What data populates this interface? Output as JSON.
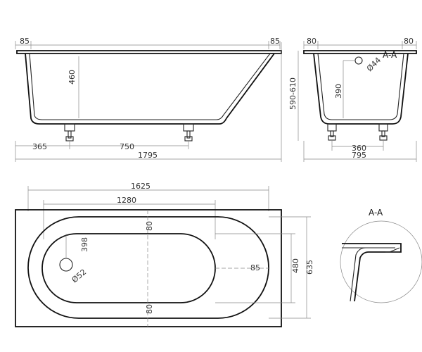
{
  "side_view": {
    "dim_left_rim": "85",
    "dim_right_rim": "85",
    "dim_depth": "460",
    "dim_left_leg": "365",
    "dim_leg_spacing": "750",
    "dim_total_length": "1795"
  },
  "end_view": {
    "dim_left_rim": "80",
    "dim_right_rim": "80",
    "section_label": "A-A",
    "drain_diameter": "Ø44",
    "dim_overflow_height": "390",
    "dim_total_height": "590-610",
    "dim_leg_spacing": "360",
    "dim_total_width": "795"
  },
  "top_view": {
    "dim_inner_length": "1625",
    "dim_bottom_length": "1280",
    "dim_rim_top": "80",
    "dim_rim_bottom": "80",
    "dim_rim_right": "85",
    "dim_drain_offset": "398",
    "drain_diameter": "Ø52",
    "dim_inner_width": "480",
    "dim_outer_width": "635"
  },
  "detail_view": {
    "section_label": "A-A"
  }
}
